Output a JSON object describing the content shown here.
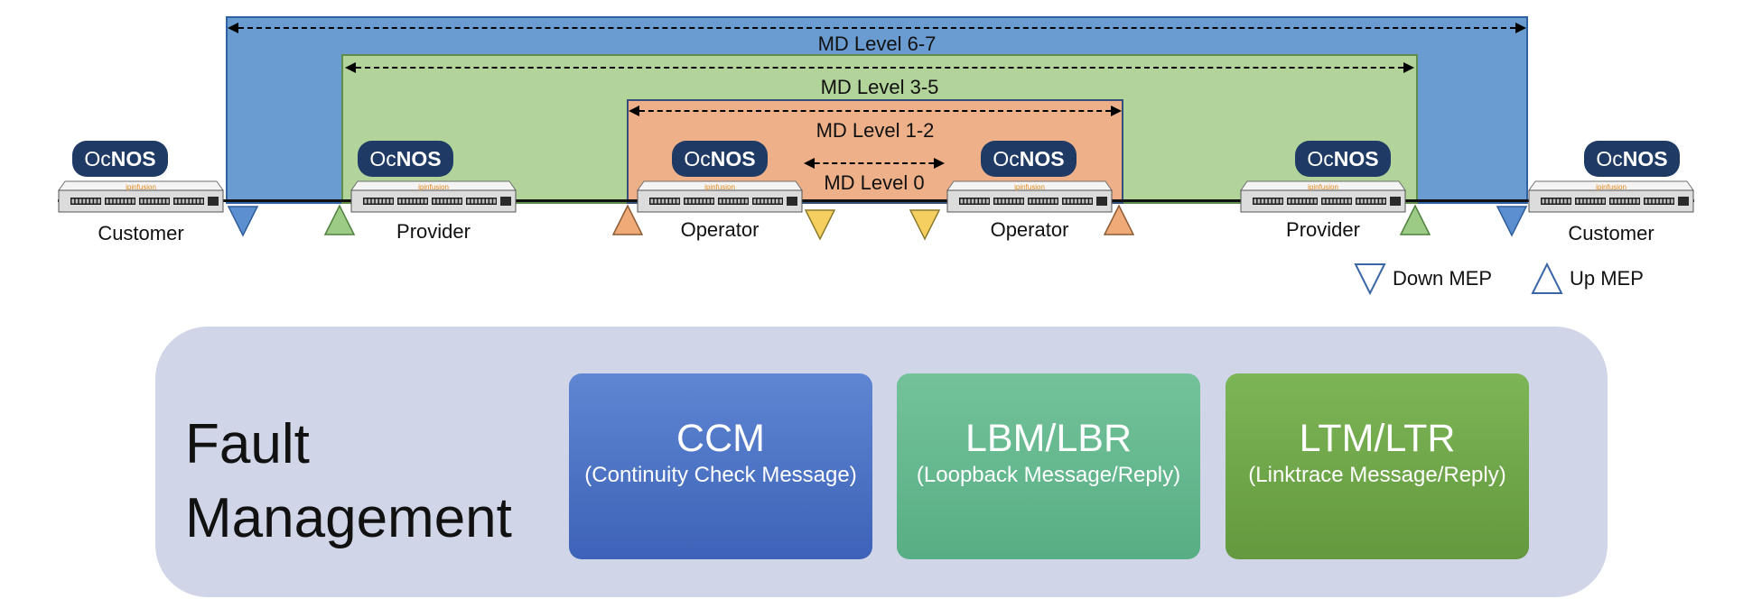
{
  "md_levels": [
    {
      "label": "MD Level 6-7",
      "color": "#6a9cd2"
    },
    {
      "label": "MD Level 3-5",
      "color": "#b2d39a"
    },
    {
      "label": "MD Level 1-2",
      "color": "#edb088"
    },
    {
      "label": "MD Level 0"
    }
  ],
  "nodes": [
    {
      "badge_prefix": "Oc",
      "badge_bold": "NOS",
      "vendor": "ipinfusion",
      "label": "Customer"
    },
    {
      "badge_prefix": "Oc",
      "badge_bold": "NOS",
      "vendor": "ipinfusion",
      "label": "Provider"
    },
    {
      "badge_prefix": "Oc",
      "badge_bold": "NOS",
      "vendor": "ipinfusion",
      "label": "Operator"
    },
    {
      "badge_prefix": "Oc",
      "badge_bold": "NOS",
      "vendor": "ipinfusion",
      "label": "Operator"
    },
    {
      "badge_prefix": "Oc",
      "badge_bold": "NOS",
      "vendor": "ipinfusion",
      "label": "Provider"
    },
    {
      "badge_prefix": "Oc",
      "badge_bold": "NOS",
      "vendor": "ipinfusion",
      "label": "Customer"
    }
  ],
  "legend": {
    "down_mep": "Down MEP",
    "up_mep": "Up MEP"
  },
  "colors": {
    "blue_mep": "#5b8fd0",
    "green_mep": "#9ccb86",
    "orange_mep": "#efaa78",
    "yellow_mep": "#f5cf5f",
    "badge": "#1f3a64"
  },
  "fault_management": {
    "title_line1": "Fault",
    "title_line2": "Management",
    "cards": [
      {
        "title": "CCM",
        "subtitle": "(Continuity Check Message)",
        "color": "#4a72c8"
      },
      {
        "title": "LBM/LBR",
        "subtitle": "(Loopback Message/Reply)",
        "color": "#62b88e"
      },
      {
        "title": "LTM/LTR",
        "subtitle": "(Linktrace Message/Reply)",
        "color": "#6fa64a"
      }
    ]
  }
}
